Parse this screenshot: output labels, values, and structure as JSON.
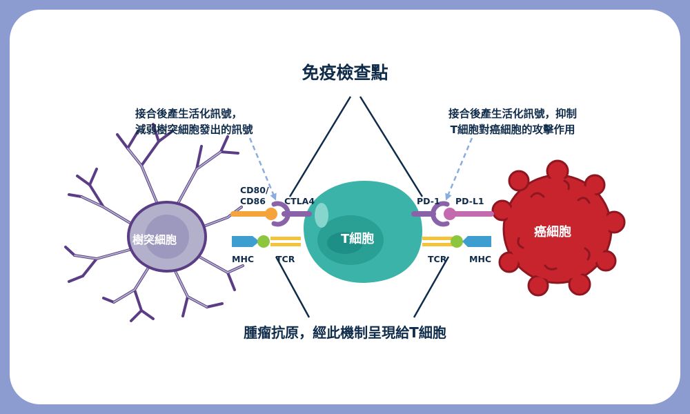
{
  "diagram": {
    "title": "免疫檢查點",
    "antigen_note": "腫瘤抗原，經此機制呈現給T細胞",
    "left_note": [
      "接合後產生活化訊號，",
      "減弱樹突細胞發出的訊號"
    ],
    "right_note": [
      "接合後產生活化訊號，抑制",
      "T細胞對癌細胞的攻擊作用"
    ],
    "cells": {
      "dendritic": "樹突細胞",
      "tcell": "T細胞",
      "cancer": "癌細胞"
    },
    "molecules": {
      "cd80": "CD80/",
      "cd86": "CD86",
      "ctla4": "CTLA4",
      "mhc_left": "MHC",
      "tcr_left": "TCR",
      "pd1": "PD-1",
      "pdl1": "PD-L1",
      "tcr_right": "TCR",
      "mhc_right": "MHC"
    },
    "colors": {
      "border": "#8c9cd0",
      "text": "#0f2b4a",
      "tcell": "#3bb3a8",
      "dendritic": "#b3b0cc",
      "cancer": "#c8242d",
      "receptor_purple": "#8a62a8",
      "ligand_orange": "#f4a43a",
      "mhc_blue": "#3f9ed0",
      "tcr_yellow": "#f5c33b",
      "peptide_green": "#8cc63f"
    }
  }
}
